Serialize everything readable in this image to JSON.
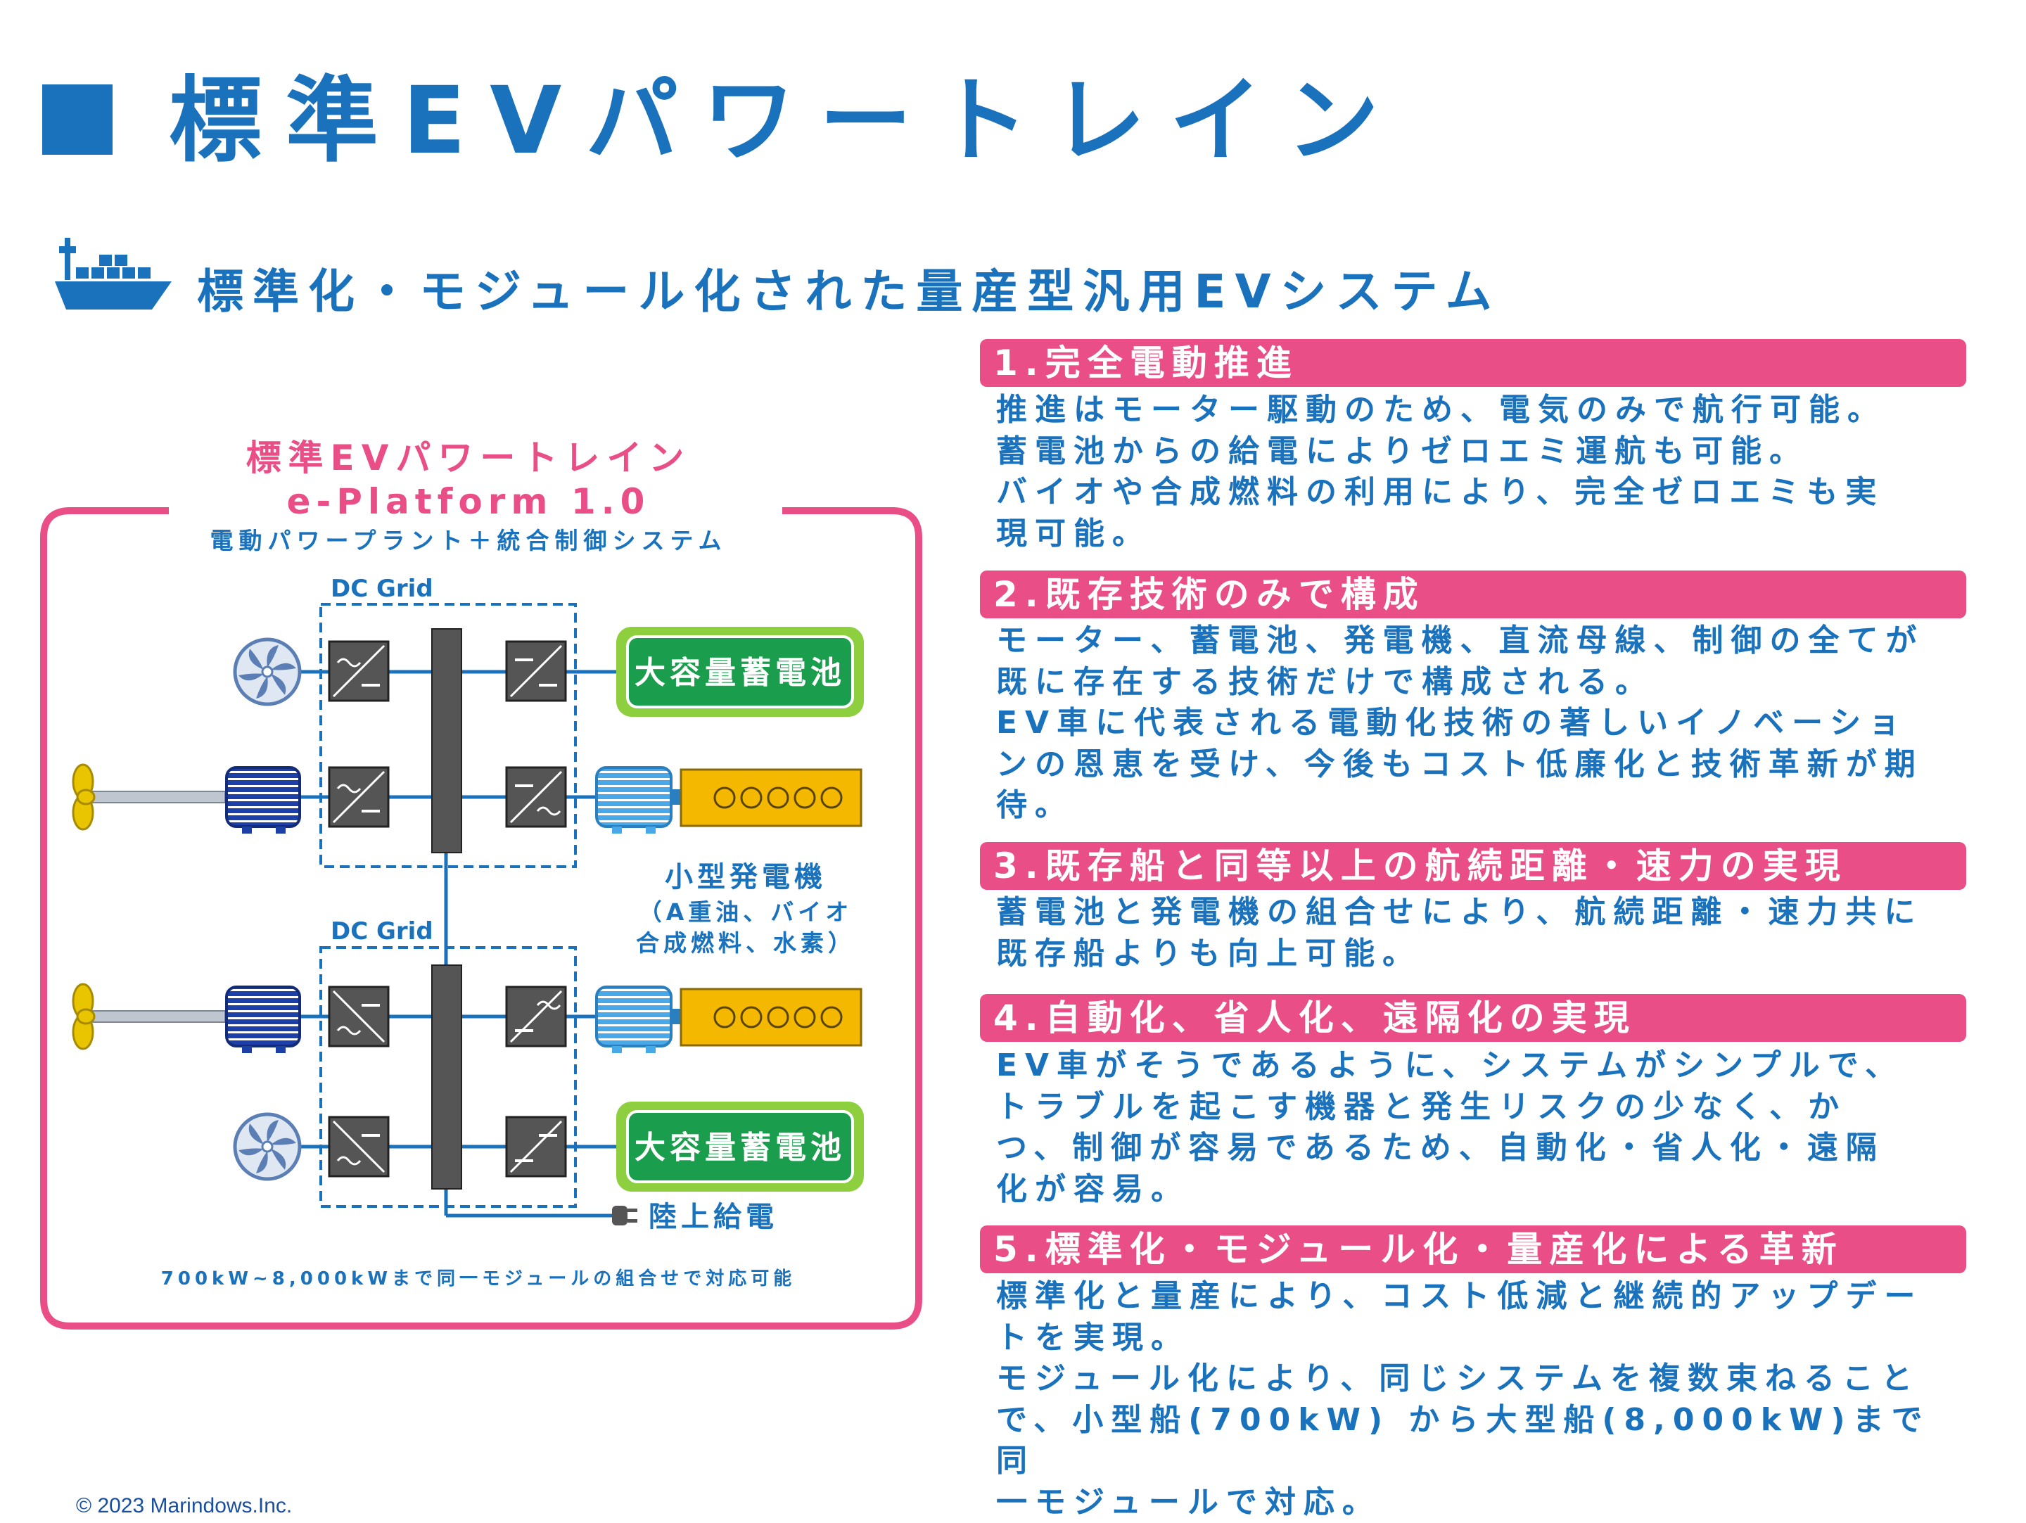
{
  "header": {
    "title": "標準EVパワートレイン",
    "subtitle": "標準化・モジュール化された量産型汎用EVシステム"
  },
  "diagram": {
    "title_line1": "標準EVパワートレイン",
    "title_line2": "e-Platform 1.0",
    "title_line3": "電動パワープラント＋統合制御システム",
    "dc_grid_label_top": "DC Grid",
    "dc_grid_label_bottom": "DC Grid",
    "battery_label_top": "大容量蓄電池",
    "battery_label_bottom": "大容量蓄電池",
    "generator_label": "小型発電機",
    "generator_sub1": "（A重油、バイオ",
    "generator_sub2": "合成燃料、水素）",
    "shore_power_label": "陸上給電",
    "footnote": "700kW~8,000kWまで同一モジュールの組合せで対応可能",
    "colors": {
      "frame": "#e94e87",
      "battery_fill": "#1a9e4d",
      "battery_outer": "#8dcf3f",
      "engine": "#f5b800",
      "motor": "#1c3fa8",
      "generator_motor": "#49a8e8",
      "converter": "#555555",
      "bus": "#555555",
      "line": "#1a72bd"
    }
  },
  "sections": [
    {
      "title": "1.完全電動推進",
      "body": "推進はモーター駆動のため、電気のみで航行可能。\n蓄電池からの給電によりゼロエミ運航も可能。\nバイオや合成燃料の利用により、完全ゼロエミも実\n現可能。"
    },
    {
      "title": "2.既存技術のみで構成",
      "body": "モーター、蓄電池、発電機、直流母線、制御の全てが\n既に存在する技術だけで構成される。\nEV車に代表される電動化技術の著しいイノベーショ\nンの恩恵を受け、今後もコスト低廉化と技術革新が期\n待。"
    },
    {
      "title": "3.既存船と同等以上の航続距離・速力の実現",
      "body": "蓄電池と発電機の組合せにより、航続距離・速力共に\n既存船よりも向上可能。"
    },
    {
      "title": "4.自動化、省人化、遠隔化の実現",
      "body": "EV車がそうであるように、システムがシンプルで、\nトラブルを起こす機器と発生リスクの少なく、か\nつ、制御が容易であるため、自動化・省人化・遠隔\n化が容易。"
    },
    {
      "title": "5.標準化・モジュール化・量産化による革新",
      "body": "標準化と量産により、コスト低減と継続的アップデー\nトを実現。\nモジュール化により、同じシステムを複数束ねること\nで、小型船(700kW) から大型船(8,000kW)まで同\n一モジュールで対応。"
    }
  ],
  "footer": {
    "copyright": "© 2023 Marindows.Inc."
  }
}
